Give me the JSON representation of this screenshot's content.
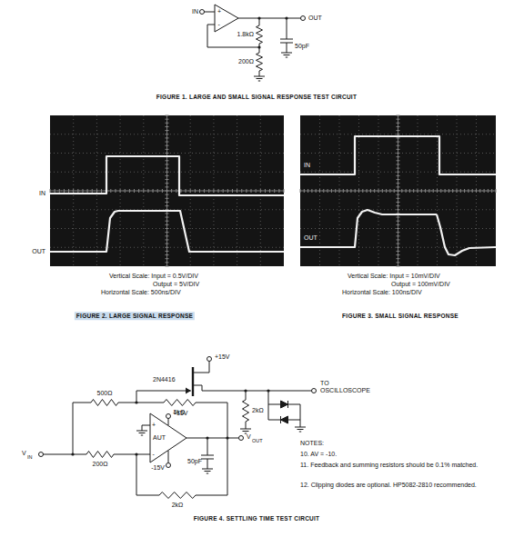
{
  "diagram": {
    "labels": [
      "IN",
      "+",
      "-",
      "OUT",
      "1.8kΩ",
      "200Ω",
      "50pF",
      "FIGURE 1. LARGE AND SMALL SIGNAL RESPONSE TEST CIRCUIT",
      "IN",
      "OUT",
      "Vertical Scale: Input = 0.5V/DIV",
      "Output = 5V/DIV",
      "Horizontal Scale: 500ns/DIV",
      "FIGURE 2. LARGE SIGNAL RESPONSE",
      "IN",
      "OUT",
      "Vertical Scale: Input = 10mV/DIV",
      "Output = 100mV/DIV",
      "Horizontal Scale: 100ns/DIV",
      "FIGURE 3. SMALL SIGNAL RESPONSE",
      "+15V",
      "2N4416",
      "TO OSCILLOSCOPE",
      "500Ω",
      "5kΩ",
      "2kΩ",
      "+15V",
      "AUT",
      "+",
      "-",
      "V",
      "IN",
      "200Ω",
      "-15V",
      "2kΩ",
      "V",
      "OUT",
      "50pF",
      "NOTES:",
      "10. AV = -10.",
      "11. Feedback and summing resistors should be 0.1% matched.",
      "12. Clipping diodes are optional. HP5082-2810 recommended.",
      "FIGURE 4. SETTLING TIME TEST CIRCUIT"
    ]
  }
}
